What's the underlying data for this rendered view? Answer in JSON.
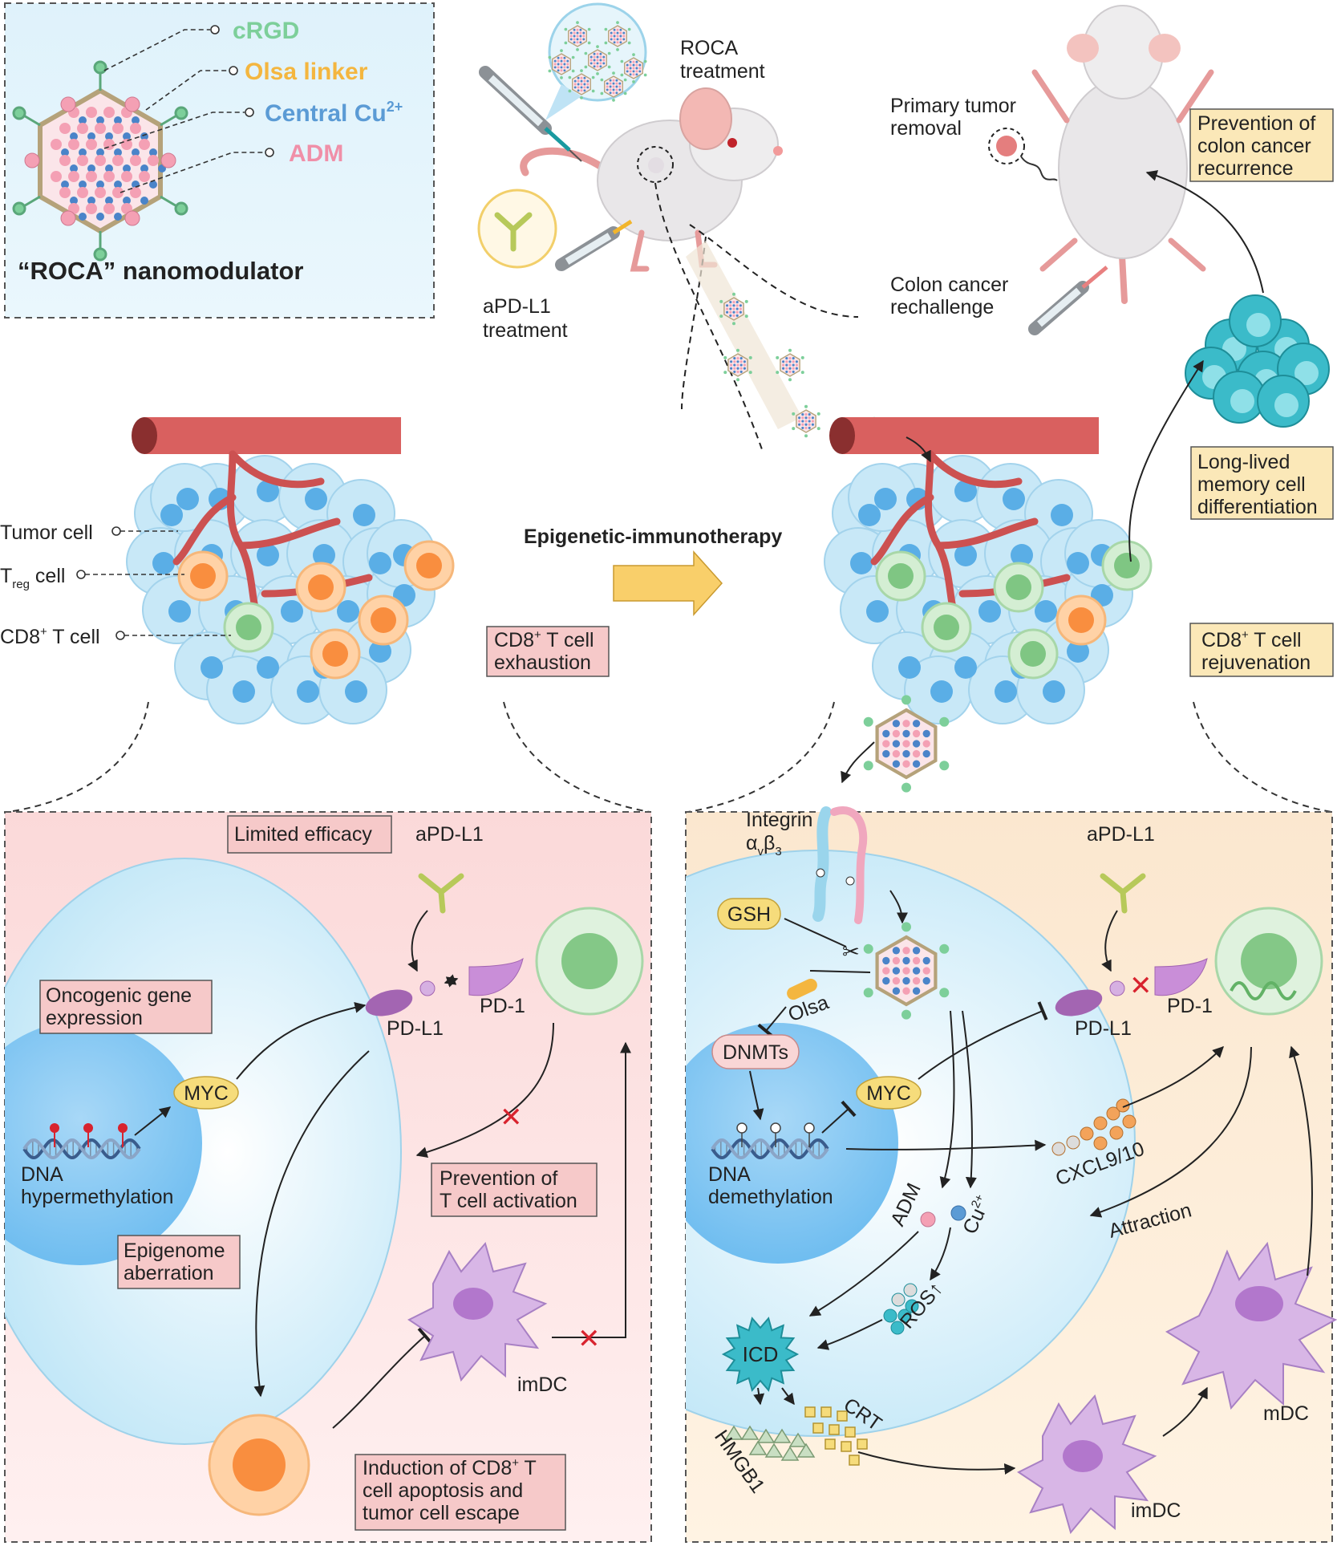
{
  "nano_panel": {
    "title": "“ROCA” nanomodulator",
    "components": [
      {
        "label": "cRGD",
        "color": "#7dcf9a"
      },
      {
        "label": "Olsa linker",
        "color": "#f4b63f"
      },
      {
        "label": "Central Cu",
        "sup": "2+",
        "color": "#5b9bd5"
      },
      {
        "label": "ADM",
        "color": "#f08fa8"
      }
    ]
  },
  "mouse": {
    "roca_line1": "ROCA",
    "roca_line2": "treatment",
    "apdl1_line1": "aPD-L1",
    "apdl1_line2": "treatment",
    "primary_line1": "Primary tumor",
    "primary_line2": "removal",
    "rechallenge_line1": "Colon cancer",
    "rechallenge_line2": "rechallenge",
    "prevention_line1": "Prevention of",
    "prevention_line2": "colon cancer",
    "prevention_line3": "recurrence"
  },
  "tumor": {
    "tumor_cell": "Tumor cell",
    "treg_T": "T",
    "treg_sub": "reg",
    "treg_rest": " cell",
    "cd8_T": "CD8",
    "cd8_sup": "+",
    "cd8_rest": " T cell",
    "exhaustion_line1": "CD8",
    "exhaustion_sup": "+",
    "exhaustion_line1b": " T cell",
    "exhaustion_line2": "exhaustion",
    "arrow_label": "Epigenetic-immunotherapy",
    "rejuv_line1": "CD8",
    "rejuv_sup": "+",
    "rejuv_line1b": " T cell",
    "rejuv_line2": "rejuvenation",
    "memory_line1": "Long-lived",
    "memory_line2": "memory cell",
    "memory_line3": "differentiation"
  },
  "left_panel": {
    "limited": "Limited efficacy",
    "apdl1": "aPD-L1",
    "oncogenic_line1": "Oncogenic gene",
    "oncogenic_line2": "expression",
    "pdl1": "PD-L1",
    "pd1": "PD-1",
    "myc": "MYC",
    "dna_line1": "DNA",
    "dna_line2": "hypermethylation",
    "epigenome_line1": "Epigenome",
    "epigenome_line2": "aberration",
    "prevention_line1": "Prevention of",
    "prevention_line2": "T cell activation",
    "imdc": "imDC",
    "apoptosis_line1a": "Induction of CD8",
    "apoptosis_sup": "+",
    "apoptosis_line1b": " T",
    "apoptosis_line2": "cell apoptosis and",
    "apoptosis_line3": "tumor cell escape"
  },
  "right_panel": {
    "integrin": "Integrin",
    "integrin_alpha": "α",
    "integrin_v": "v",
    "integrin_beta": "β",
    "integrin_3": "3",
    "apdl1": "aPD-L1",
    "gsh": "GSH",
    "olsa": "Olsa",
    "dnmts": "DNMTs",
    "myc": "MYC",
    "pdl1": "PD-L1",
    "pd1": "PD-1",
    "cxcl": "CXCL9/10",
    "dna_line1": "DNA",
    "dna_line2": "demethylation",
    "adm": "ADM",
    "cu": "Cu",
    "cu_sup": "2+",
    "attraction": "Attraction",
    "ros": "ROS",
    "ros_arrow": "↑",
    "icd": "ICD",
    "crt": "CRT",
    "hmgb1": "HMGB1",
    "imdc": "imDC",
    "mdc": "mDC"
  },
  "colors": {
    "vessel": "#d9605f",
    "tumor_cell": "#bfe3f5",
    "tumor_nucleus": "#5aaee6",
    "treg": "#f7a25a",
    "cd8": "#9fd69f",
    "pink_box": "#f6c9c9",
    "yellow_box": "#fbe8b8",
    "arrow_yellow": "#f9cf6a"
  }
}
